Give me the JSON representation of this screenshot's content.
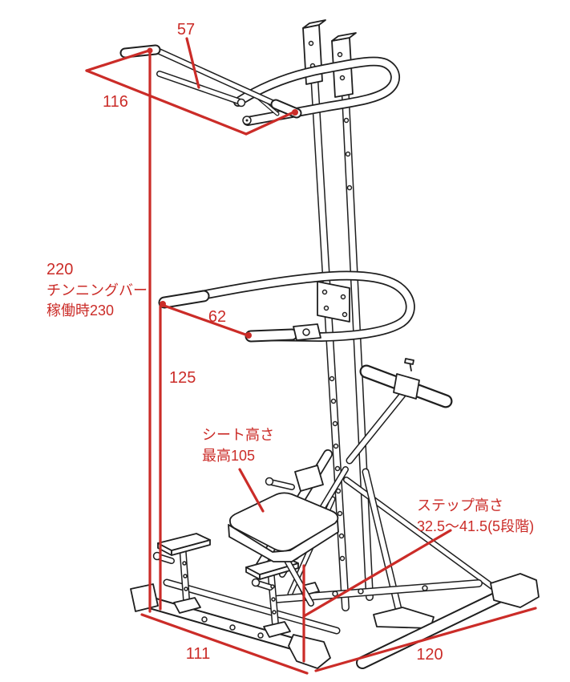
{
  "colors": {
    "dimension_red": "#cb2c28",
    "line_black": "#1f1f1f",
    "background": "#ffffff"
  },
  "diagram": {
    "type": "product-dimension-diagram",
    "subject": "power-tower-chinning-dip-station"
  },
  "labels": {
    "top_grip_width": "57",
    "pullup_bar_width": "116",
    "height_value": "220",
    "height_note1": "チンニングバー",
    "height_note2": "稼働時230",
    "dip_grip_length": "62",
    "dip_bar_height": "125",
    "seat_note1": "シート高さ",
    "seat_note2": "最高105",
    "step_note1": "ステップ高さ",
    "step_note2": "32.5～41.5(5段階)",
    "base_depth": "111",
    "base_width": "120"
  }
}
